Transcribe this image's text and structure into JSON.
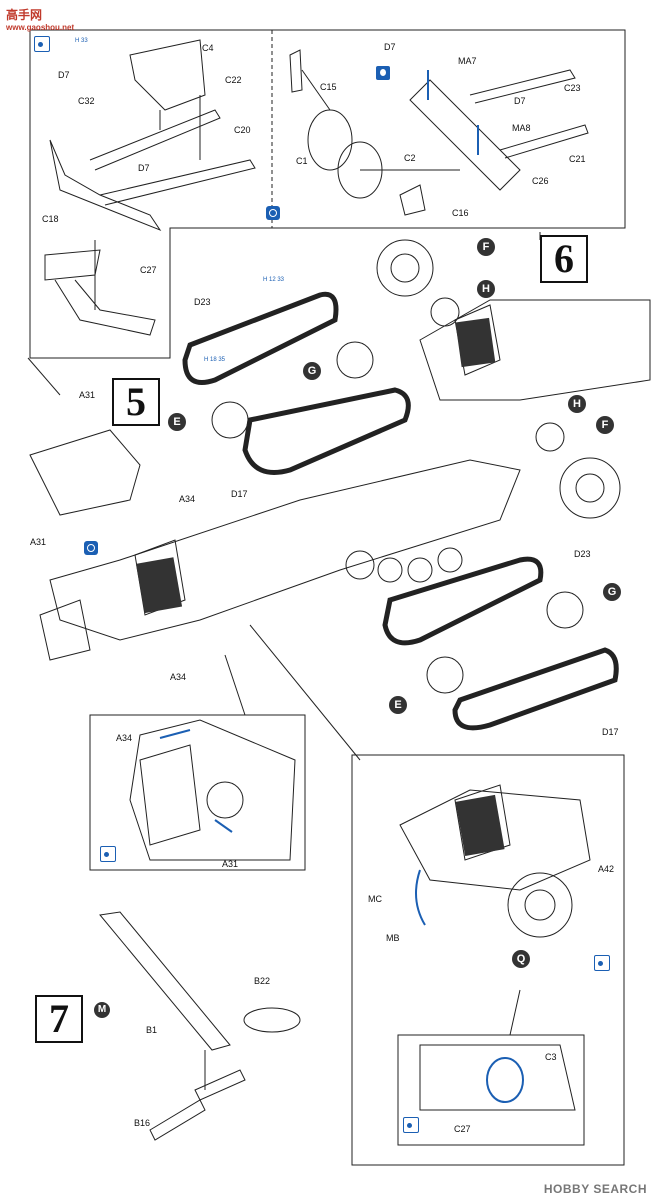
{
  "site_logo": {
    "main": "高手网",
    "sub": "www.gaoshou.net"
  },
  "watermark": "HOBBY SEARCH",
  "steps": {
    "s5": "5",
    "s6": "6",
    "s7": "7"
  },
  "markers": {
    "E": "E",
    "F": "F",
    "G": "G",
    "H": "H",
    "Q": "Q",
    "M": "M"
  },
  "small_tags": {
    "t1": "H 12 33",
    "t2": "H 18 35",
    "t3": "H 33"
  },
  "labels": {
    "C4": "C4",
    "D7a": "D7",
    "C32": "C32",
    "C22": "C22",
    "C20": "C20",
    "D7b": "D7",
    "C18": "C18",
    "C27a": "C27",
    "D7c": "D7",
    "MA7": "MA7",
    "C15": "C15",
    "C23": "C23",
    "D7d": "D7",
    "MA8": "MA8",
    "C1": "C1",
    "C2": "C2",
    "C21": "C21",
    "C26": "C26",
    "C16": "C16",
    "D23a": "D23",
    "A31a": "A31",
    "D17a": "D17",
    "A34a": "A34",
    "A31b": "A31",
    "A34b": "A34",
    "D23b": "D23",
    "D17b": "D17",
    "A34c": "A34",
    "A31c": "A31",
    "A42": "A42",
    "MC": "MC",
    "MB": "MB",
    "B22": "B22",
    "B1": "B1",
    "B16": "B16",
    "C3": "C3",
    "C27b": "C27"
  }
}
